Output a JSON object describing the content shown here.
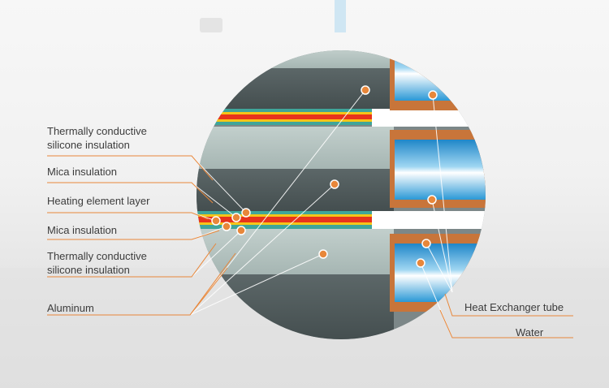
{
  "labels": {
    "thermal_top_1": "Thermally conductive",
    "thermal_top_2": "silicone insulation",
    "mica_top": "Mica insulation",
    "heating": "Heating element layer",
    "mica_bottom": "Mica insulation",
    "thermal_bottom_1": "Thermally conductive",
    "thermal_bottom_2": "silicone insulation",
    "aluminum": "Aluminum",
    "heat_exchanger_tube": "Heat Exchanger tube",
    "water": "Water"
  },
  "colors": {
    "leader_line": "#e8873a",
    "marker": "#e8873a",
    "aluminum_light": "#a9b9b6",
    "aluminum_dark": "#4f5a5b",
    "heating_red": "#e8341c",
    "heating_yellow": "#f5c518",
    "silicone_teal": "#3fa59a",
    "tube_copper": "#c8753a",
    "water_blue": "#2c9bd8"
  }
}
